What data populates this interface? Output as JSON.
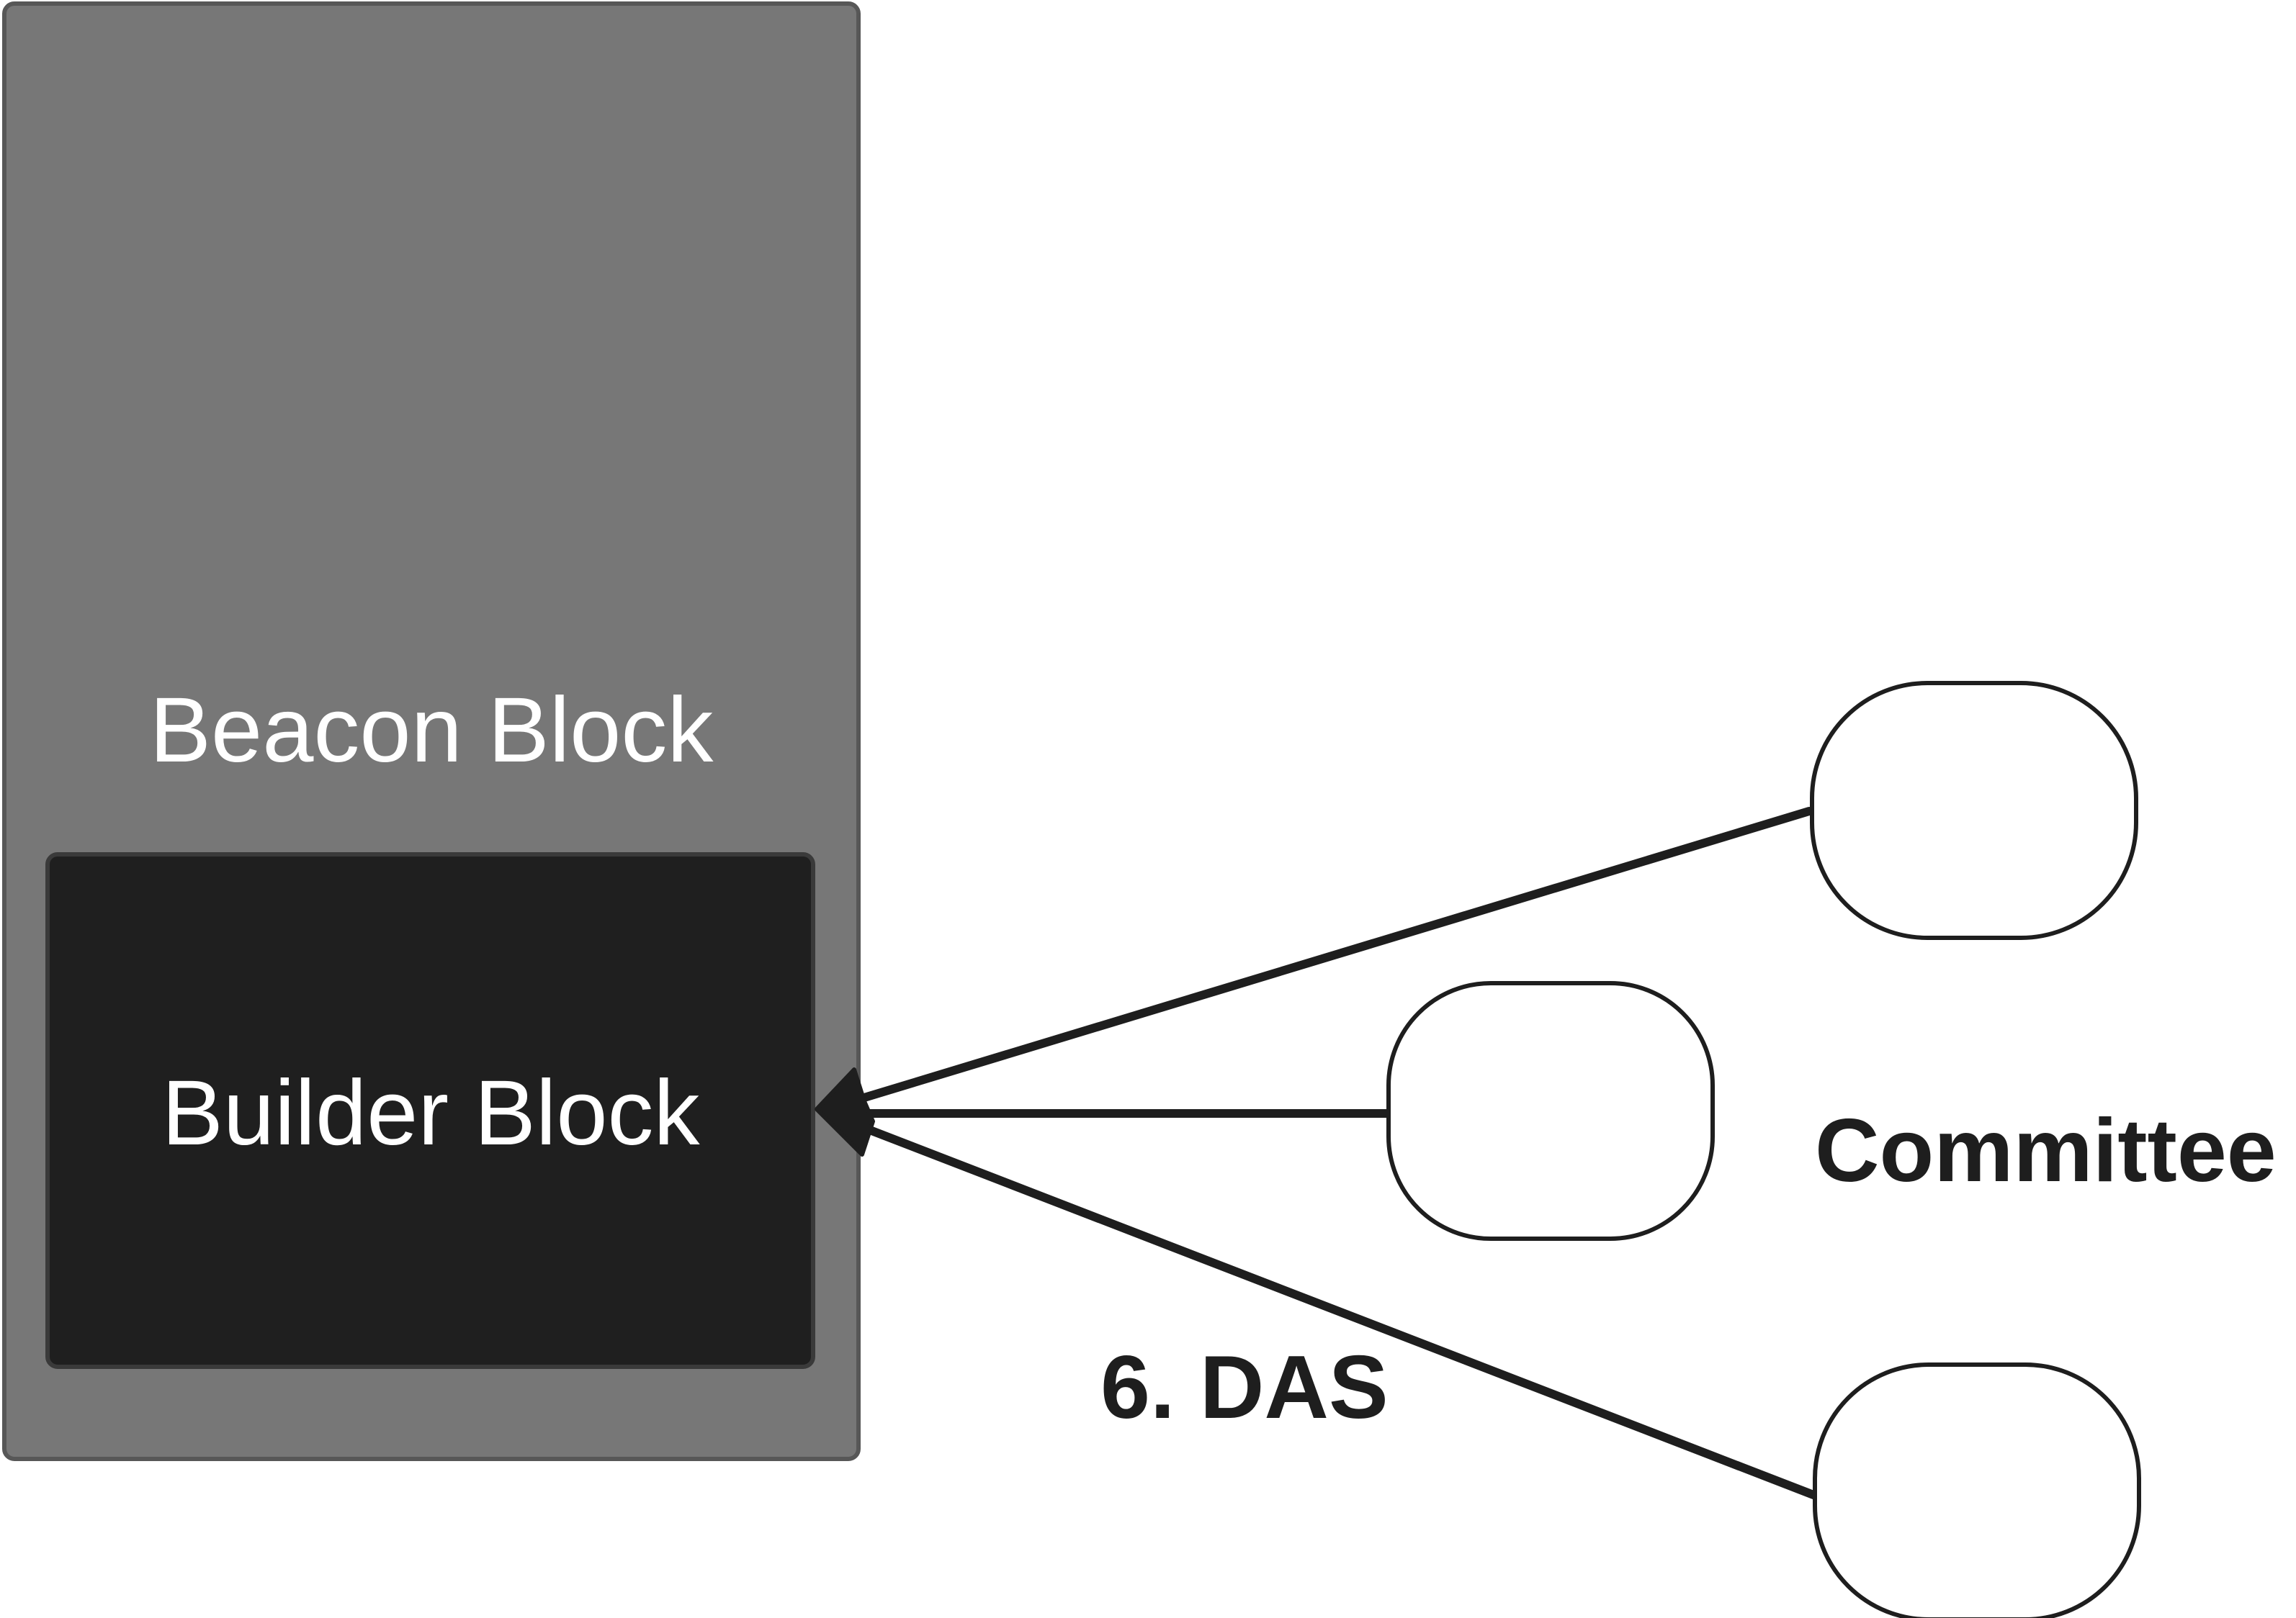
{
  "diagram": {
    "beacon_block": {
      "label": "Beacon Block",
      "fill": "#777777",
      "stroke": "#575757"
    },
    "builder_block": {
      "label": "Builder Block",
      "fill": "#1f1f1f",
      "stroke": "#3a3a3a"
    },
    "committee": {
      "label": "Committee"
    },
    "edge_label": "6. DAS",
    "colors": {
      "text_light": "#ffffff",
      "text_dark": "#1e1e1e",
      "line": "#1e1e1e",
      "node_fill": "#ffffff",
      "background": "#ffffff"
    }
  }
}
